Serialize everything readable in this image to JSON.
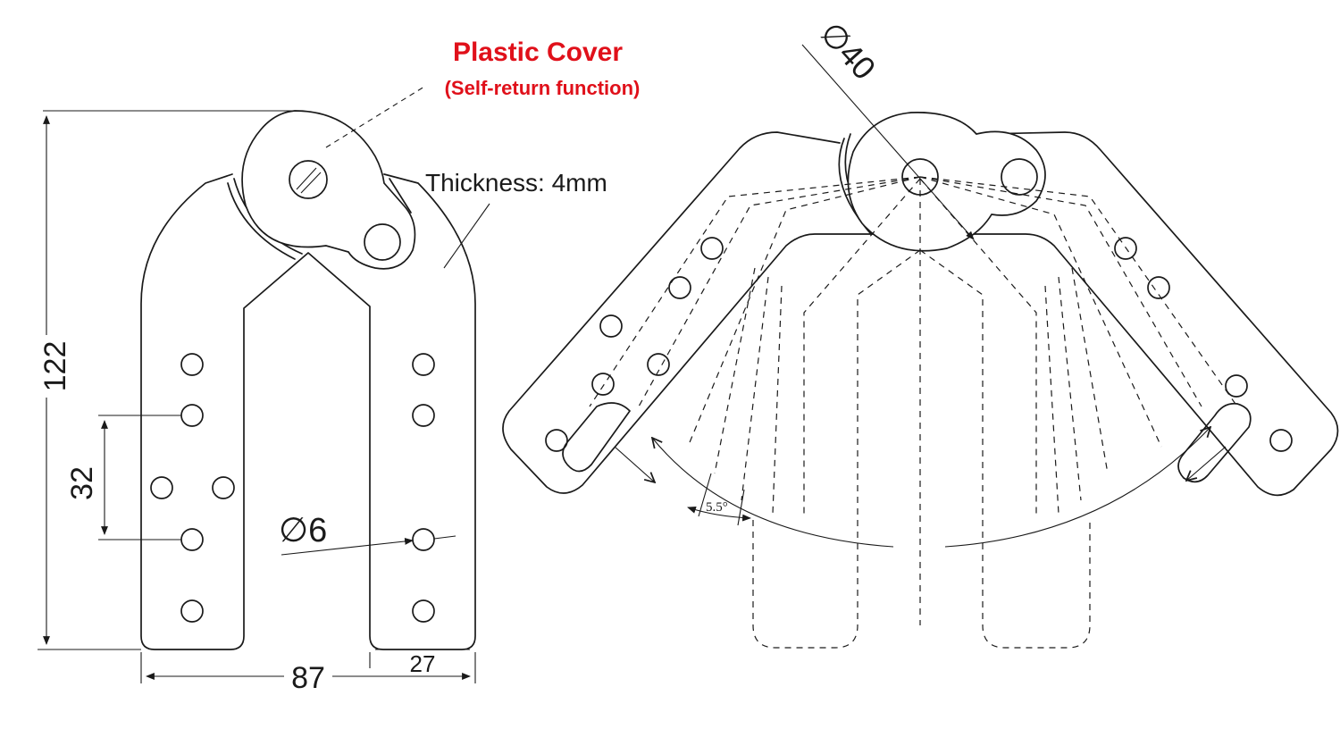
{
  "colors": {
    "annotation_red": "#e0101a",
    "line": "#1a1a1a"
  },
  "labels": {
    "plastic_cover": "Plastic Cover",
    "self_return": "(Self-return function)",
    "thickness": "Thickness: 4mm"
  },
  "dimensions": {
    "height": "122",
    "width": "87",
    "leg_width": "27",
    "hole_spacing": "32",
    "hole_diameter": "∅6",
    "pivot_diameter": "∅40",
    "angle": "5.5°"
  }
}
